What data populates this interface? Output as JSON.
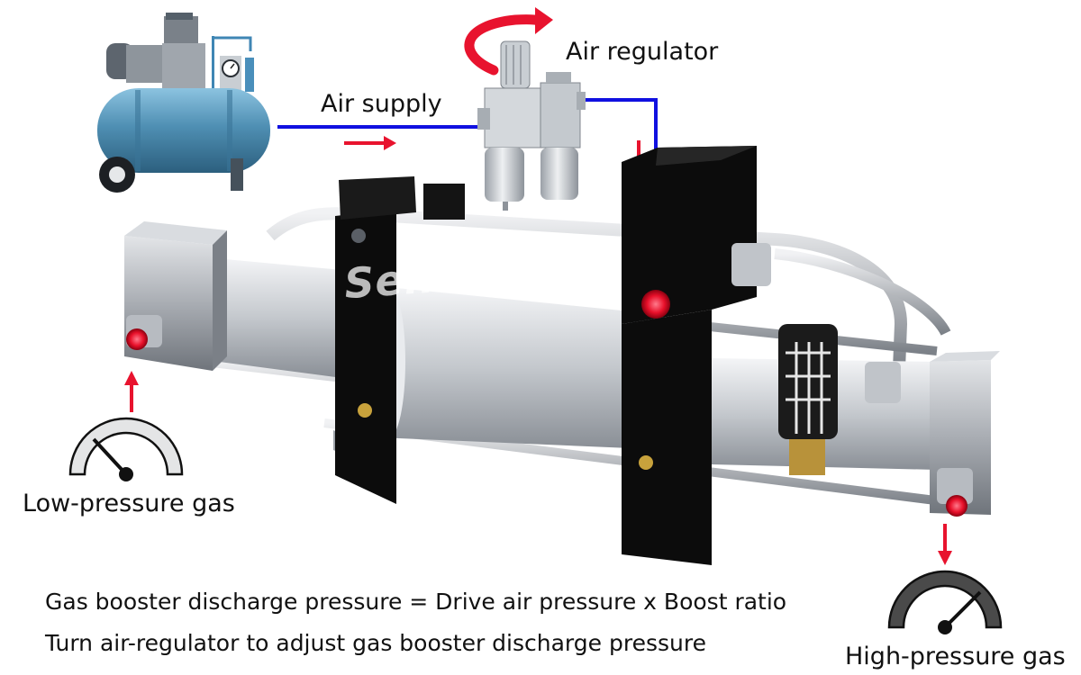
{
  "labels": {
    "air_supply": "Air supply",
    "air_regulator": "Air regulator",
    "low_pressure_gas": "Low-pressure gas",
    "high_pressure_gas": "High-pressure gas",
    "equation": "Gas booster discharge pressure = Drive air pressure x Boost ratio",
    "instruction": "Turn air-regulator to adjust gas booster discharge pressure"
  },
  "brand": "Senwell",
  "icons": [
    "air-compressor-icon",
    "air-regulator-icon",
    "rotate-arrow-icon",
    "flow-arrow-icon",
    "pressure-gauge-icon",
    "gas-booster-pump-icon"
  ],
  "colors": {
    "air_line": "#1010e0",
    "flow_arrow": "#e8132e",
    "compressor_tank": "#4f8fb3",
    "pump_frame": "#0c0c0c",
    "cylinder": "#c9ccd1",
    "port": "#e8102a"
  }
}
